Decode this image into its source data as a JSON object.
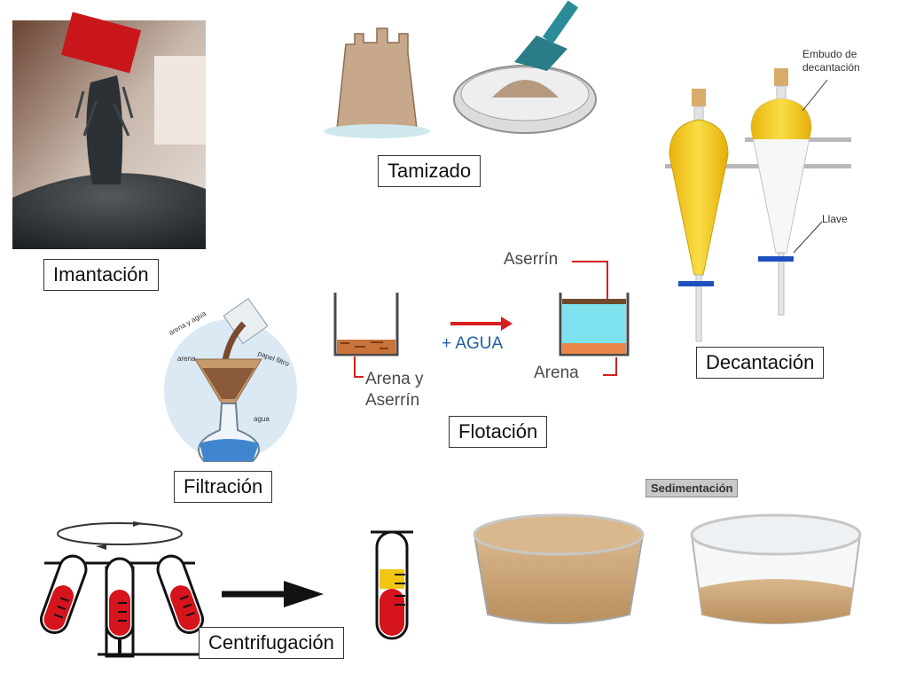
{
  "labels": {
    "imantacion": "Imantación",
    "tamizado": "Tamizado",
    "decantacion": "Decantación",
    "filtracion": "Filtración",
    "flotacion": "Flotación",
    "centrifugacion": "Centrifugación",
    "sedimentacion": "Sedimentación"
  },
  "decantacion_annotations": {
    "embudo": [
      "Embudo de",
      "decantación"
    ],
    "llave": "Llave"
  },
  "filtracion_annotations": {
    "arena_agua": "arena y agua",
    "arena": "arena",
    "papel": "papel filtro",
    "agua": "agua"
  },
  "flotacion_annotations": {
    "aserrin_top": "Aserrín",
    "arena_y": "Arena y",
    "aserrin_bottom": "Aserrín",
    "agua": "+ AGUA",
    "arena": "Arena"
  },
  "colors": {
    "flotacion_text": "#4a4a4a",
    "agua_text": "#1f5ea8",
    "arrow_red": "#d61f1f",
    "blood_red": "#d5141b",
    "serum_yellow": "#f2c712",
    "oil_yellow": "#f1cd1b",
    "water_cyan": "#7fe3ef",
    "sand_orange": "#e88747"
  }
}
